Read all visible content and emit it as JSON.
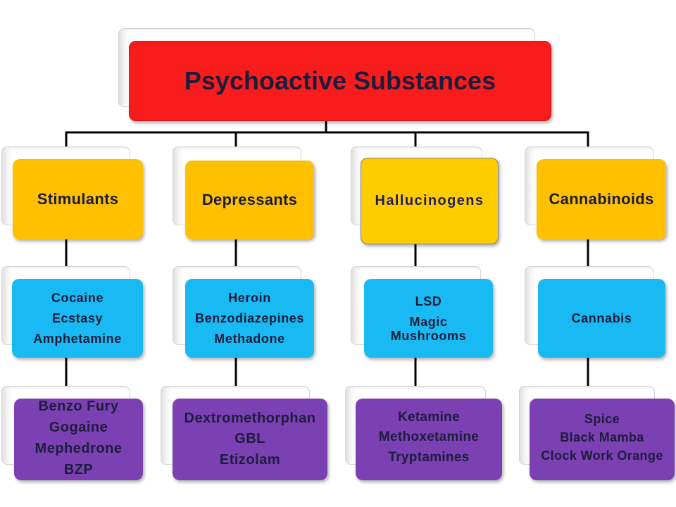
{
  "title": "Psychoactive Substances",
  "colors": {
    "root_fill": "#f81c1c",
    "category_fill": "#ffc000",
    "category_fill_alt": "#ffcc00",
    "level2_fill": "#19b9f3",
    "level3_fill": "#7b41b3",
    "text": "#1c1c3c",
    "text_alt": "#20205e",
    "connector": "#000000"
  },
  "categories": [
    {
      "name": "Stimulants",
      "level2": [
        "Cocaine",
        "Ecstasy",
        "Amphetamine"
      ],
      "level3": [
        "Benzo Fury",
        "Gogaine",
        "Mephedrone",
        "BZP"
      ]
    },
    {
      "name": "Depressants",
      "level2": [
        "Heroin",
        "Benzodiazepines",
        "Methadone"
      ],
      "level3": [
        "Dextromethorphan",
        "GBL",
        "Etizolam"
      ]
    },
    {
      "name": "Hallucinogens",
      "level2": [
        "LSD",
        "Magic Mushrooms"
      ],
      "level3": [
        "Ketamine",
        "Methoxetamine",
        "Tryptamines"
      ]
    },
    {
      "name": "Cannabinoids",
      "level2": [
        "Cannabis"
      ],
      "level3": [
        "Spice",
        "Black Mamba",
        "Clock Work Orange"
      ]
    }
  ]
}
